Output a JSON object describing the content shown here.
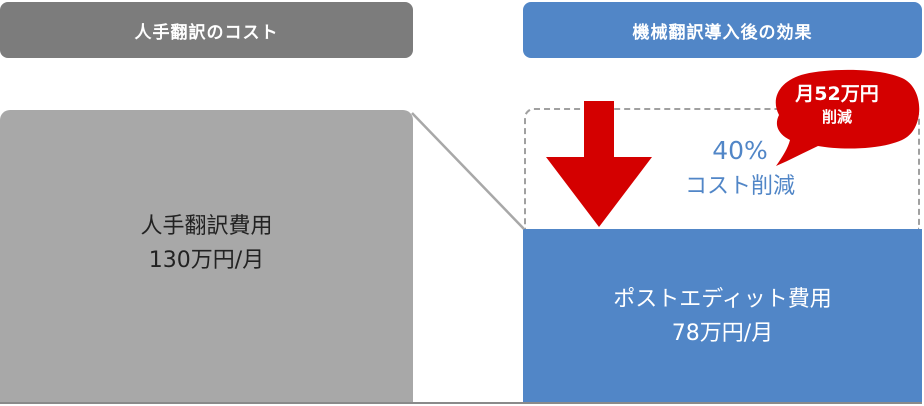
{
  "headers": {
    "left": "人手翻訳のコスト",
    "right": "機械翻訳導入後の効果"
  },
  "left_box": {
    "line1": "人手翻訳費用",
    "line2": "130万円/月"
  },
  "right_box": {
    "line1": "ポストエディット費用",
    "line2": "78万円/月"
  },
  "reduction": {
    "percent": "40%",
    "label": "コスト削減"
  },
  "bubble": {
    "amount": "月52万円",
    "label": "削減"
  },
  "colors": {
    "gray_header": "#7c7c7c",
    "gray_box": "#a8a8a8",
    "blue": "#5186c7",
    "red": "#d40000"
  }
}
